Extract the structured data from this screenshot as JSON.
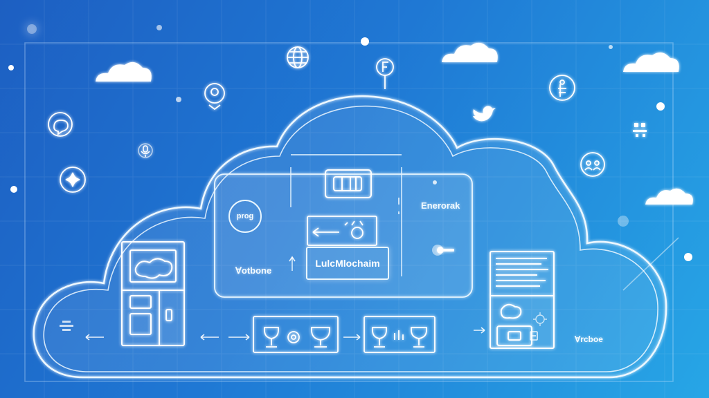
{
  "diagram": {
    "labels": {
      "left_small": "prog",
      "left_bottom": "Ɐotbone",
      "right_top": "Enerorak",
      "center_box": "LulcMlochaim",
      "far_right": "Ɐrcboe"
    },
    "icons": [
      "globe-icon",
      "f-pin-icon",
      "location-pin-icon",
      "people-icon",
      "twitter-bird-icon",
      "chat-bubbles-icon",
      "microphone-icon",
      "sparkle-icon",
      "group-icon",
      "users-icon",
      "cloud-icon",
      "server-rack-icon",
      "laptop-icon",
      "database-icon",
      "settings-gear-icon",
      "hard-drive-icon",
      "card-icon",
      "key-icon"
    ],
    "colors": {
      "background_start": "#1d5fc2",
      "background_end": "#27a6e6",
      "line": "#e8f6ff"
    }
  }
}
